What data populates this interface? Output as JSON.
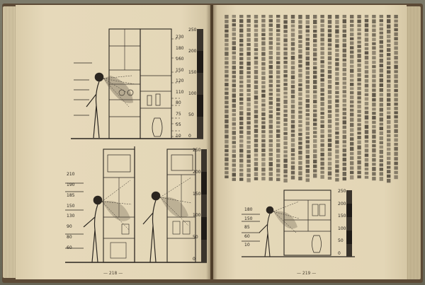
{
  "left_page": {
    "page_number": "— 218 —",
    "figure_top": {
      "scale": [
        "250",
        "200",
        "150",
        "100",
        "50",
        "0"
      ],
      "heights": [
        "230",
        "180",
        "160",
        "150",
        "120",
        "110",
        "80",
        "75",
        "55",
        "10"
      ]
    },
    "figure_bottom": {
      "scale": [
        "250",
        "200",
        "150",
        "100",
        "50",
        "0"
      ],
      "heights": [
        "210",
        "190",
        "185",
        "150",
        "130",
        "90",
        "80",
        "60"
      ]
    }
  },
  "right_page": {
    "page_number": "— 219 —",
    "figure": {
      "scale": [
        "250",
        "200",
        "150",
        "100",
        "50",
        "0"
      ],
      "heights": [
        "180",
        "150",
        "85",
        "60",
        "10"
      ]
    }
  },
  "colors": {
    "paper": "#e3d6b7",
    "ink": "#2b2620",
    "cover": "#5c4a36"
  }
}
